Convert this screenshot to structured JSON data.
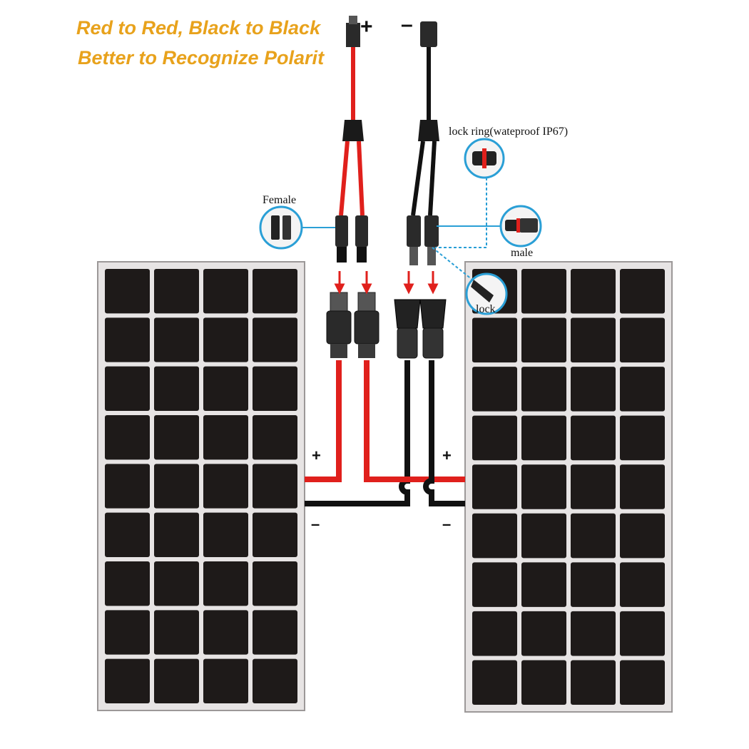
{
  "headline": {
    "line1": "Red to Red, Black to Black",
    "line2": "Better to Recognize Polarit"
  },
  "labels": {
    "plus": "+",
    "minus": "–",
    "female": "Female",
    "male": "male",
    "lock_ring": "lock ring(wateproof IP67)",
    "lock": "lock",
    "left_panel_plus": "+",
    "left_panel_minus": "–",
    "right_panel_plus": "+",
    "right_panel_minus": "–"
  },
  "panels": {
    "rows": 9,
    "cols": 4
  },
  "colors": {
    "headline": "#e8a21c",
    "red_wire": "#e0201c",
    "black_wire": "#111111",
    "cell": "#1e1a19",
    "frame": "#e7e4e4",
    "frame_edge": "#9c9898",
    "callout": "#2a9fd6",
    "arrow": "#e0201c"
  },
  "icons": [
    "female-connector-icon",
    "lock-ring-icon",
    "male-connector-icon",
    "lock-icon",
    "down-arrow-icon"
  ]
}
